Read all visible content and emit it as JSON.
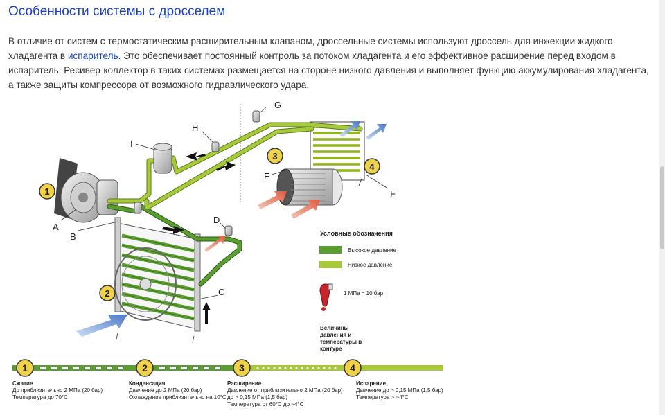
{
  "title": "Особенности системы с дросселем",
  "paragraph": {
    "part1": "В отличие от систем с термостатическим расширительным клапаном, дроссельные системы используют дроссель для инжекции жидкого хладагента в ",
    "link": "испаритель",
    "part2": ". Это обеспечивает постоянный контроль за потоком хладагента и его эффективное расширение перед входом в испаритель. Ресивер-коллектор в таких системах размещается на стороне низкого давления и выполняет функцию аккумулирования хладагента, а также защиты компрессора от возможного гидравлического удара."
  },
  "diagram": {
    "letters": {
      "a": "A",
      "b": "B",
      "c": "C",
      "d": "D",
      "e": "E",
      "f": "F",
      "g": "G",
      "h": "H",
      "i": "I"
    },
    "badges": [
      "1",
      "2",
      "3",
      "4"
    ],
    "legend": {
      "title": "Условные обозначения",
      "high": "Высокое давление",
      "low": "Низкое давление",
      "unit": "1 МПа = 10 бар",
      "values_line1": "Величины",
      "values_line2": "давления и",
      "values_line3": "температуры в",
      "values_line4": "контуре"
    },
    "stages": [
      {
        "num": "1",
        "name": "Сжатие",
        "line1": "До приблизительно 2 МПа (20 бар)",
        "line2": "Температура до 70°C",
        "line3": ""
      },
      {
        "num": "2",
        "name": "Конденсация",
        "line1": "Давление до 2 МПа (20 бар)",
        "line2": "Охлаждение приблизительно на 10°C",
        "line3": ""
      },
      {
        "num": "3",
        "name": "Расширение",
        "line1": "Давление от приблизительно 2 МПа (20 бар)",
        "line2": "до > 0,15 МПа (1,5 бар)",
        "line3": "Температура от 60°C до ~4°C"
      },
      {
        "num": "4",
        "name": "Испарение",
        "line1": "Давление до > 0,15 МПа (1,5 бар)",
        "line2": "Температура > ~4°C",
        "line3": ""
      }
    ],
    "colors": {
      "high": "#5a9e2f",
      "low": "#a8c93a",
      "badge": "#f0d24a",
      "hot": "#e0604a",
      "cold": "#5a8ad0"
    }
  }
}
